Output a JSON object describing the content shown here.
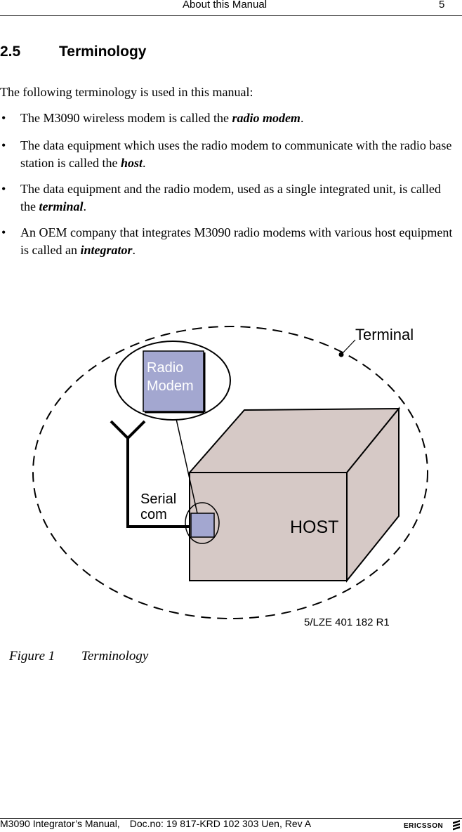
{
  "header": {
    "title": "About this Manual",
    "page_number": "5"
  },
  "section": {
    "number": "2.5",
    "title": "Terminology"
  },
  "intro": "The following terminology is used in this manual:",
  "bullets": [
    {
      "before": "The M3090 wireless modem is called the ",
      "term": "radio modem",
      "after": "."
    },
    {
      "before": "The data equipment which uses the radio modem to communicate with the radio base station is called the ",
      "term": "host",
      "after": "."
    },
    {
      "before": "The data equipment and the radio modem, used as a single integrated unit, is called the ",
      "term": "terminal",
      "after": "."
    },
    {
      "before": "An OEM company that integrates M3090 radio modems with various host equipment is called an ",
      "term": "integrator",
      "after": "."
    }
  ],
  "figure": {
    "labels": {
      "terminal": "Terminal",
      "radio_line1": "Radio",
      "radio_line2": "Modem",
      "serial_line1": "Serial",
      "serial_line2": "com",
      "host": "HOST",
      "ref": "5/LZE 401 182 R1"
    },
    "colors": {
      "modem": "#a3a7d0",
      "host_box": "#d6c9c6"
    },
    "caption_label": "Figure 1",
    "caption_title": "Terminology"
  },
  "footer": {
    "manual": "M3090 Integrator’s Manual,",
    "doc": "Doc.no: 19 817-KRD 102 303 Uen, Rev A",
    "logo_text": "ERICSSON"
  }
}
